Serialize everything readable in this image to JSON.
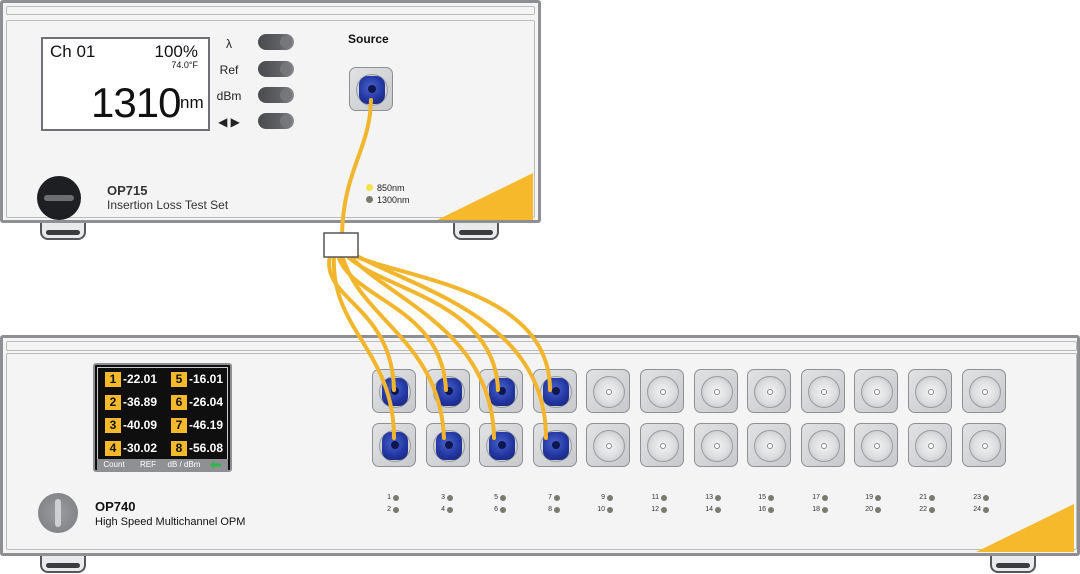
{
  "source_unit": {
    "model": "OP715",
    "description": "Insertion Loss Test Set",
    "display": {
      "channel": "Ch 01",
      "battery": "100%",
      "temperature": "74.0°F",
      "wavelength": "1310",
      "unit": "nm"
    },
    "buttons": [
      {
        "label": "λ"
      },
      {
        "label": "Ref"
      },
      {
        "label": "dBm"
      },
      {
        "label": "◀ ▶"
      }
    ],
    "source_label": "Source",
    "legend": [
      {
        "label": "850nm",
        "color": "#f3e34a"
      },
      {
        "label": "1300nm",
        "color": "#7a7b6e"
      }
    ]
  },
  "opm_unit": {
    "model": "OP740",
    "description": "High Speed Multichannel OPM",
    "readings": [
      {
        "channel": "1",
        "value": "-22.01"
      },
      {
        "channel": "5",
        "value": "-16.01"
      },
      {
        "channel": "2",
        "value": "-36.89"
      },
      {
        "channel": "6",
        "value": "-26.04"
      },
      {
        "channel": "3",
        "value": "-40.09"
      },
      {
        "channel": "7",
        "value": "-46.19"
      },
      {
        "channel": "4",
        "value": "-30.02"
      },
      {
        "channel": "8",
        "value": "-56.08"
      }
    ],
    "softkeys": [
      "Count",
      "REF",
      "dB / dBm"
    ],
    "port_labels": [
      "1",
      "2",
      "3",
      "4",
      "5",
      "6",
      "7",
      "8",
      "9",
      "10",
      "11",
      "12",
      "13",
      "14",
      "15",
      "16",
      "17",
      "18",
      "19",
      "20",
      "21",
      "22",
      "23",
      "24"
    ]
  },
  "colors": {
    "accent_yellow": "#f6b92b",
    "fiber": "#f2b52e",
    "plug_blue": "#2337a3",
    "chassis_border": "#8d8f93"
  }
}
